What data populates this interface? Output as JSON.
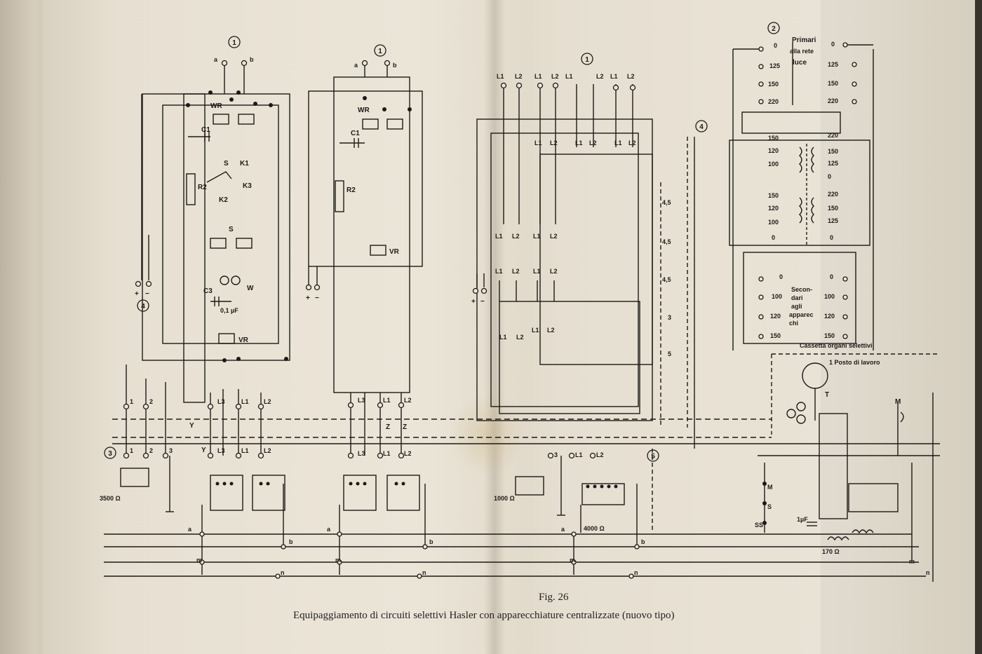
{
  "figure": {
    "number": "Fig. 26",
    "caption": "Equipaggiamento di circuiti selettivi Hasler con apparecchiature centralizzate (nuovo tipo)"
  },
  "markers": [
    "1",
    "1",
    "1",
    "2",
    "4",
    "4",
    "4",
    "3",
    "5"
  ],
  "labels": {
    "a": "a",
    "b": "b",
    "m": "m",
    "n": "n",
    "plus": "+",
    "minus": "−",
    "WR": "WR",
    "C1": "C1",
    "R2": "R2",
    "S": "S",
    "K1": "K1",
    "K2": "K2",
    "K3": "K3",
    "W": "W",
    "C3": "C3",
    "cap01": "0,1 µF",
    "VR": "VR",
    "L1": "L1",
    "L2": "L2",
    "L3": "L3",
    "Y": "Y",
    "Z": "Z",
    "n1": "1",
    "n2": "2",
    "n3": "3",
    "r3500": "3500 Ω",
    "r1000": "1000 Ω",
    "r4000": "4000 Ω",
    "r170": "170 Ω",
    "cap1": "1µF",
    "t45": "4,5",
    "t3": "3",
    "t5": "5",
    "primari": "Primari",
    "rete": "alla rete",
    "luce": "luce",
    "v0": "0",
    "v100": "100",
    "v120": "120",
    "v125": "125",
    "v150": "150",
    "v220": "220",
    "secondari1": "Secon-",
    "secondari2": "dari",
    "secondari3": "agli",
    "secondari4": "apparec",
    "secondari5": "chi",
    "cassetta": "Cassetta organi selettivi",
    "posto": "1 Posto di lavoro",
    "T": "T",
    "M": "M",
    "SS": "SS"
  }
}
